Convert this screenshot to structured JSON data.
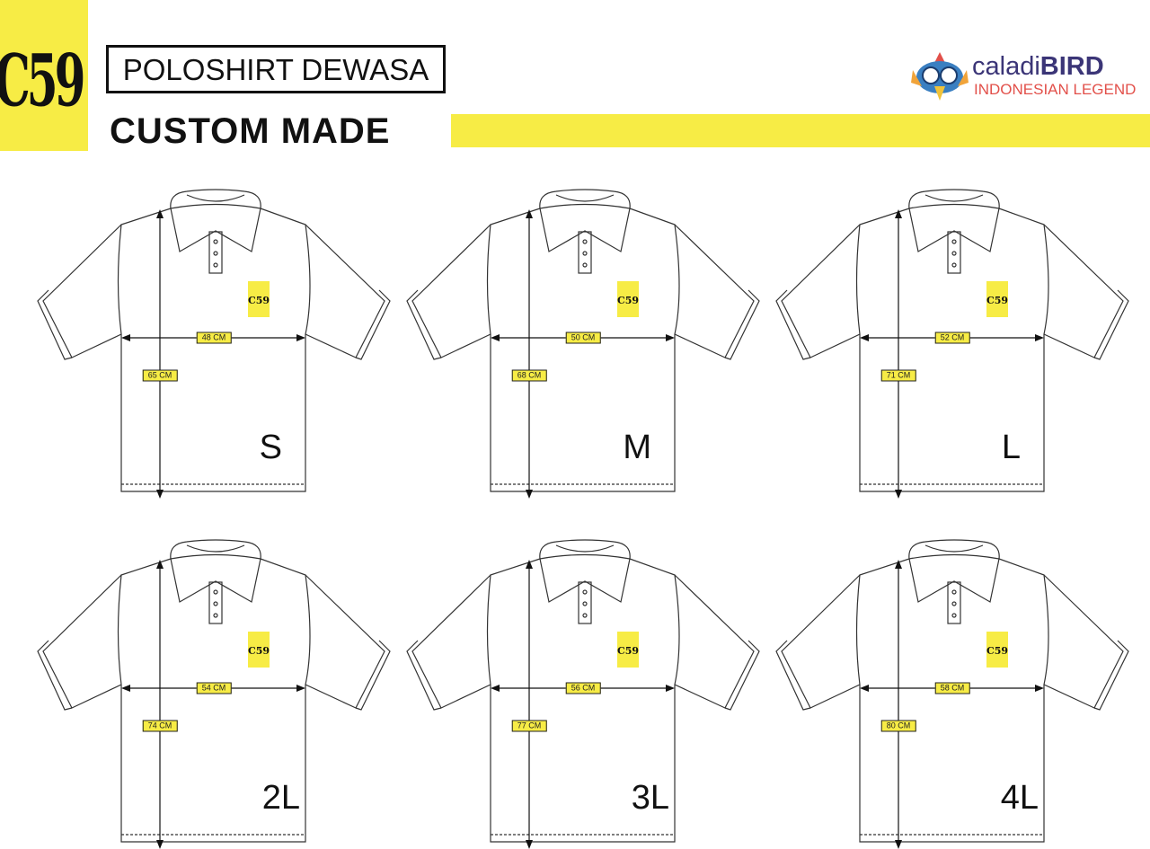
{
  "header": {
    "brand_logo_text": "C59",
    "title": "POLOSHIRT DEWASA",
    "subtitle": "CUSTOM MADE",
    "partner_name_light": "caladi",
    "partner_name_bold": "BIRD",
    "partner_tagline": "INDONESIAN LEGEND"
  },
  "colors": {
    "accent_yellow": "#f7ec45",
    "partner_purple": "#3b3577",
    "partner_red": "#e2504a"
  },
  "sizes": [
    {
      "size": "S",
      "chest": "48 CM",
      "length": "65 CM"
    },
    {
      "size": "M",
      "chest": "50 CM",
      "length": "68 CM"
    },
    {
      "size": "L",
      "chest": "52 CM",
      "length": "71 CM"
    },
    {
      "size": "2L",
      "chest": "54 CM",
      "length": "74 CM"
    },
    {
      "size": "3L",
      "chest": "56 CM",
      "length": "77 CM"
    },
    {
      "size": "4L",
      "chest": "58 CM",
      "length": "80 CM"
    }
  ]
}
